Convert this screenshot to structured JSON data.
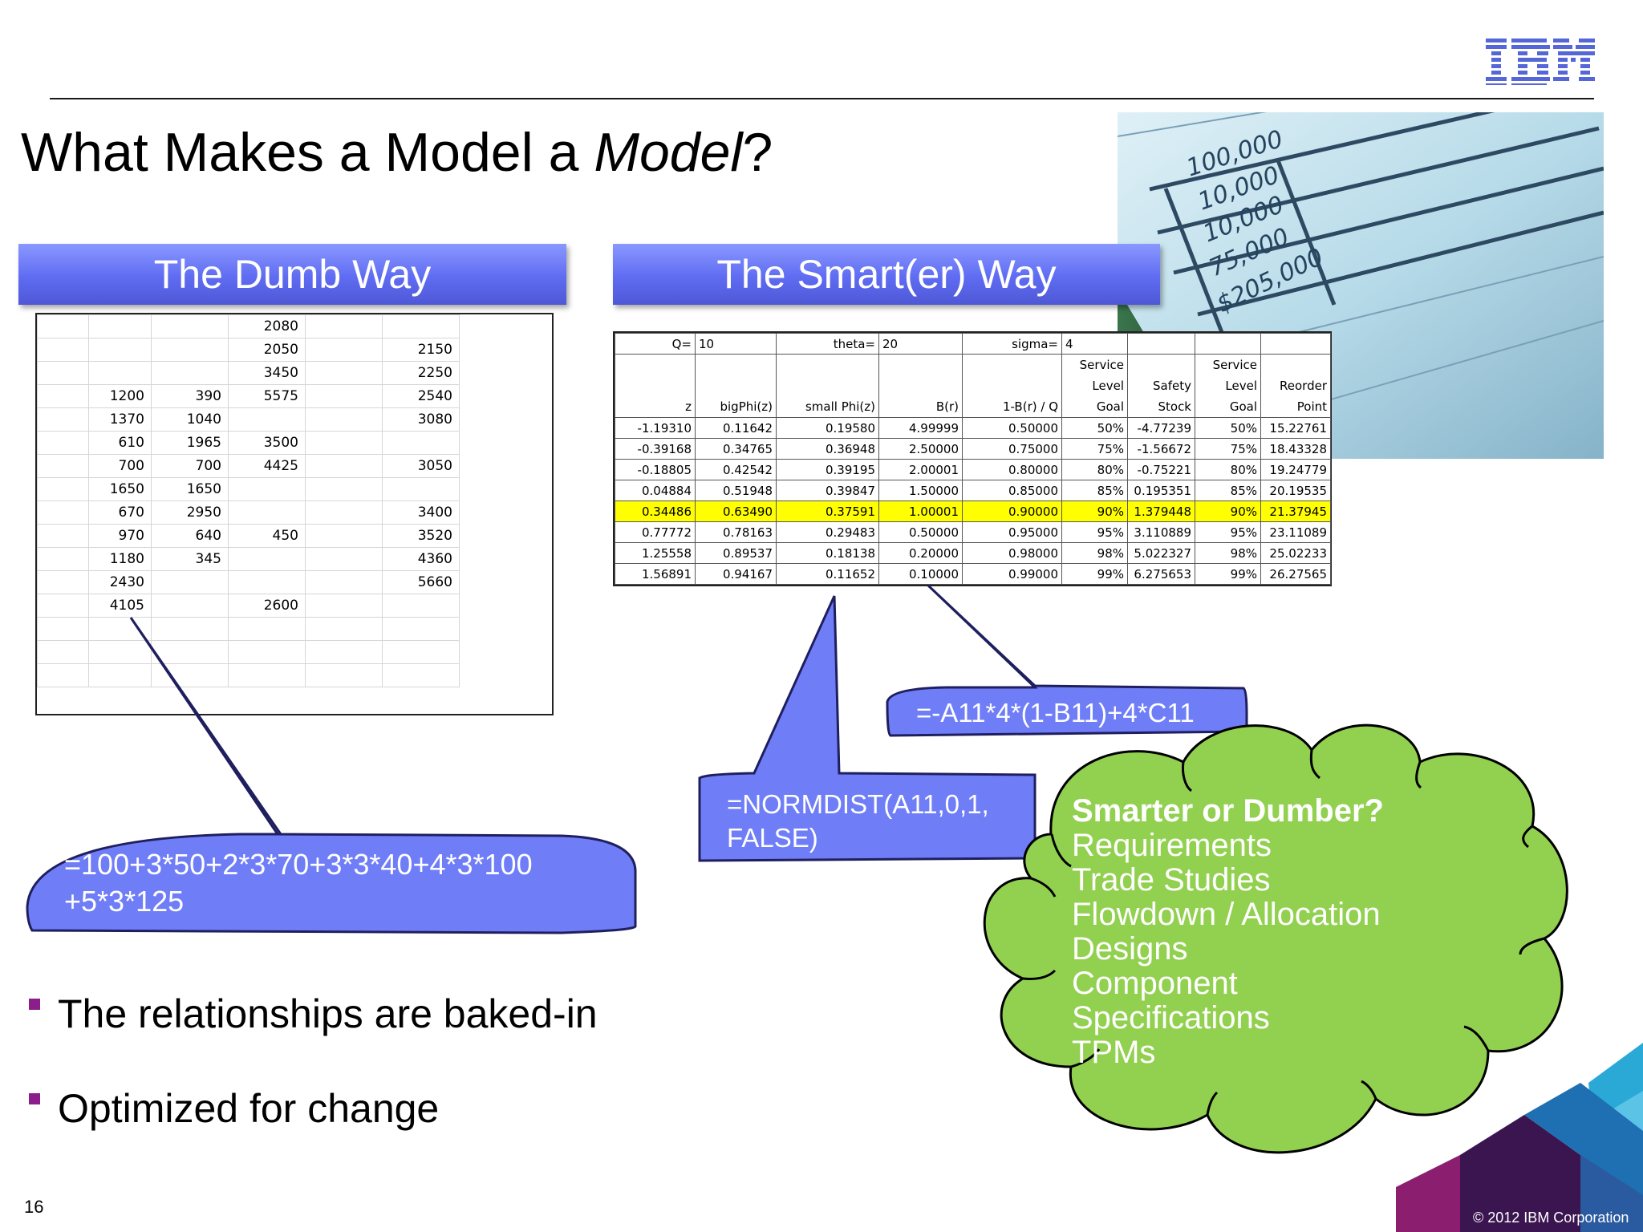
{
  "header": {
    "logo_text": "IBM",
    "title_plain": "What Makes a Model a ",
    "title_italic": "Model",
    "title_end": "?"
  },
  "photo": {
    "labels": [
      "100,000",
      "10,000",
      "10,000",
      "75,000",
      "$205,000"
    ]
  },
  "banners": {
    "dumb": "The Dumb Way",
    "smart": "The Smart(er) Way"
  },
  "dumb_sheet": {
    "rows": [
      [
        "",
        "",
        "",
        "2080",
        "",
        ""
      ],
      [
        "",
        "",
        "",
        "2050",
        "",
        "2150"
      ],
      [
        "",
        "",
        "",
        "3450",
        "",
        "2250"
      ],
      [
        "",
        "1200",
        "390",
        "5575",
        "",
        "2540"
      ],
      [
        "",
        "1370",
        "1040",
        "",
        "",
        "3080"
      ],
      [
        "",
        "610",
        "1965",
        "3500",
        "",
        ""
      ],
      [
        "",
        "700",
        "700",
        "4425",
        "",
        "3050"
      ],
      [
        "",
        "1650",
        "1650",
        "",
        "",
        ""
      ],
      [
        "",
        "670",
        "2950",
        "",
        "",
        "3400"
      ],
      [
        "",
        "970",
        "640",
        "450",
        "",
        "3520"
      ],
      [
        "",
        "1180",
        "345",
        "",
        "",
        "4360"
      ],
      [
        "",
        "2430",
        "",
        "",
        "",
        "5660"
      ],
      [
        "",
        "4105",
        "",
        "2600",
        "",
        ""
      ],
      [
        "",
        "",
        "",
        "",
        "",
        ""
      ],
      [
        "",
        "",
        "",
        "",
        "",
        ""
      ],
      [
        "",
        "",
        "",
        "",
        "",
        ""
      ]
    ]
  },
  "smart_sheet": {
    "params": [
      "Q=",
      "10",
      "theta=",
      "20",
      "sigma=",
      "4"
    ],
    "headers": [
      "z",
      "bigPhi(z)",
      "small Phi(z)",
      "B(r)",
      "1-B(r) / Q",
      "Service Level Goal",
      "Safety Stock",
      "Service Level Goal",
      "Reorder Point"
    ],
    "rows": [
      [
        "-1.19310",
        "0.11642",
        "0.19580",
        "4.99999",
        "0.50000",
        "50%",
        "-4.77239",
        "50%",
        "15.22761"
      ],
      [
        "-0.39168",
        "0.34765",
        "0.36948",
        "2.50000",
        "0.75000",
        "75%",
        "-1.56672",
        "75%",
        "18.43328"
      ],
      [
        "-0.18805",
        "0.42542",
        "0.39195",
        "2.00001",
        "0.80000",
        "80%",
        "-0.75221",
        "80%",
        "19.24779"
      ],
      [
        "0.04884",
        "0.51948",
        "0.39847",
        "1.50000",
        "0.85000",
        "85%",
        "0.195351",
        "85%",
        "20.19535"
      ],
      [
        "0.34486",
        "0.63490",
        "0.37591",
        "1.00001",
        "0.90000",
        "90%",
        "1.379448",
        "90%",
        "21.37945"
      ],
      [
        "0.77772",
        "0.78163",
        "0.29483",
        "0.50000",
        "0.95000",
        "95%",
        "3.110889",
        "95%",
        "23.11089"
      ],
      [
        "1.25558",
        "0.89537",
        "0.18138",
        "0.20000",
        "0.98000",
        "98%",
        "5.022327",
        "98%",
        "25.02233"
      ],
      [
        "1.56891",
        "0.94167",
        "0.11652",
        "0.10000",
        "0.99000",
        "99%",
        "6.275653",
        "99%",
        "26.27565"
      ]
    ],
    "highlight_row": 4,
    "highlight_color": "#ffff00"
  },
  "callouts": {
    "dumb_formula_line1": "=100+3*50+2*3*70+3*3*40+4*3*100",
    "dumb_formula_line2": "+5*3*125",
    "normdist_line1": "=NORMDIST(A11,0,1,",
    "normdist_line2": "FALSE)",
    "reorder_formula": "=-A11*4*(1-B11)+4*C11",
    "color": "#6f7ef7"
  },
  "cloud": {
    "title": "Smarter or Dumber?",
    "items": [
      "Requirements",
      "Trade Studies",
      "Flowdown / Allocation",
      "Designs",
      "Component",
      "Specifications",
      "TPMs"
    ],
    "color": "#92d050"
  },
  "bullets": [
    "The relationships are baked-in",
    "Optimized for change"
  ],
  "footer": {
    "page_number": "16",
    "copyright": "© 2012 IBM Corporation"
  },
  "colors": {
    "banner": "#6a78f5",
    "bullet_marker": "#8b1e8b",
    "ibm_blue": "#4b5ed6"
  }
}
